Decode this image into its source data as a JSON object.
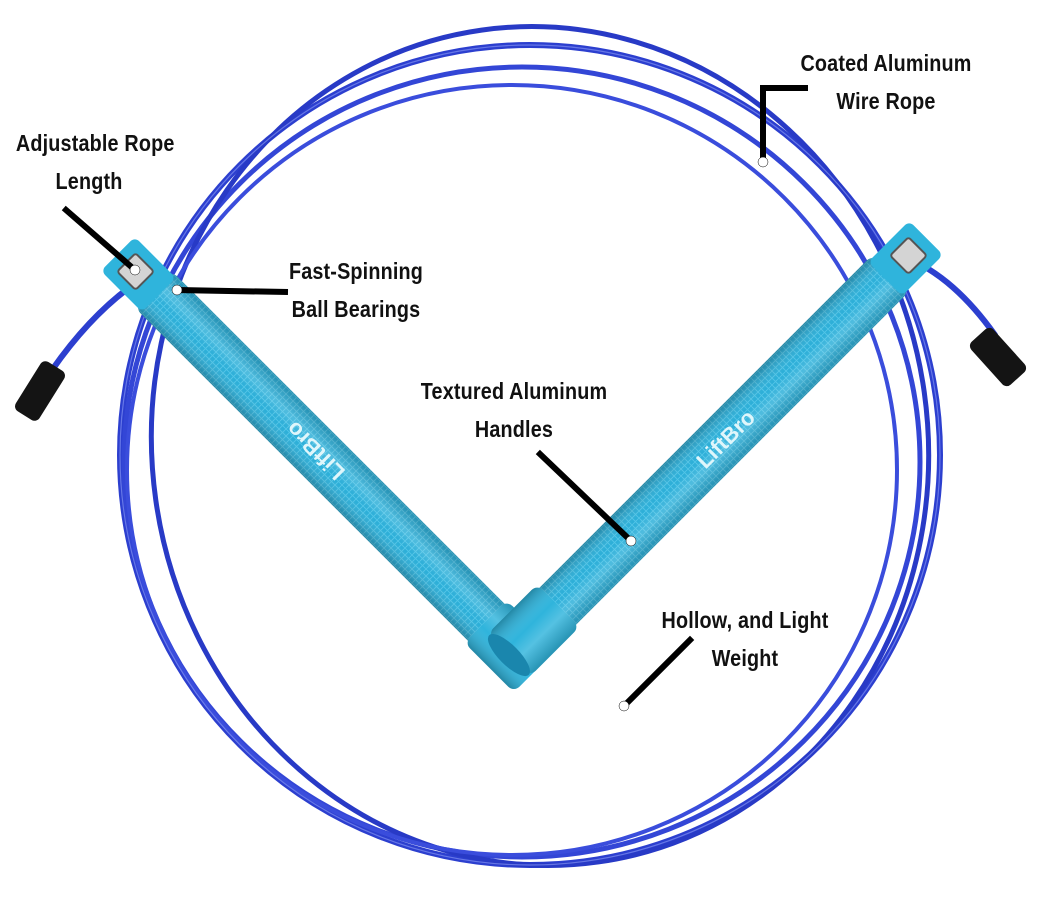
{
  "product": {
    "brand": "LiftBro",
    "colors": {
      "rope": "#2c3fcf",
      "rope_highlight": "#6b7cf0",
      "handle": "#2fb4dc",
      "handle_dark": "#1a86ad",
      "handle_light": "#7fd9f0",
      "end_cap": "#141414",
      "callout": "#000000"
    }
  },
  "callouts": {
    "adjustable_length": {
      "line1": "Adjustable Rope",
      "line2": "Length"
    },
    "bearings": {
      "line1": "Fast-Spinning",
      "line2": "Ball Bearings"
    },
    "wire_rope": {
      "line1": "Coated Aluminum",
      "line2": "Wire Rope"
    },
    "handles": {
      "line1": "Textured Aluminum",
      "line2": "Handles"
    },
    "hollow": {
      "line1": "Hollow, and Light",
      "line2": "Weight"
    }
  }
}
